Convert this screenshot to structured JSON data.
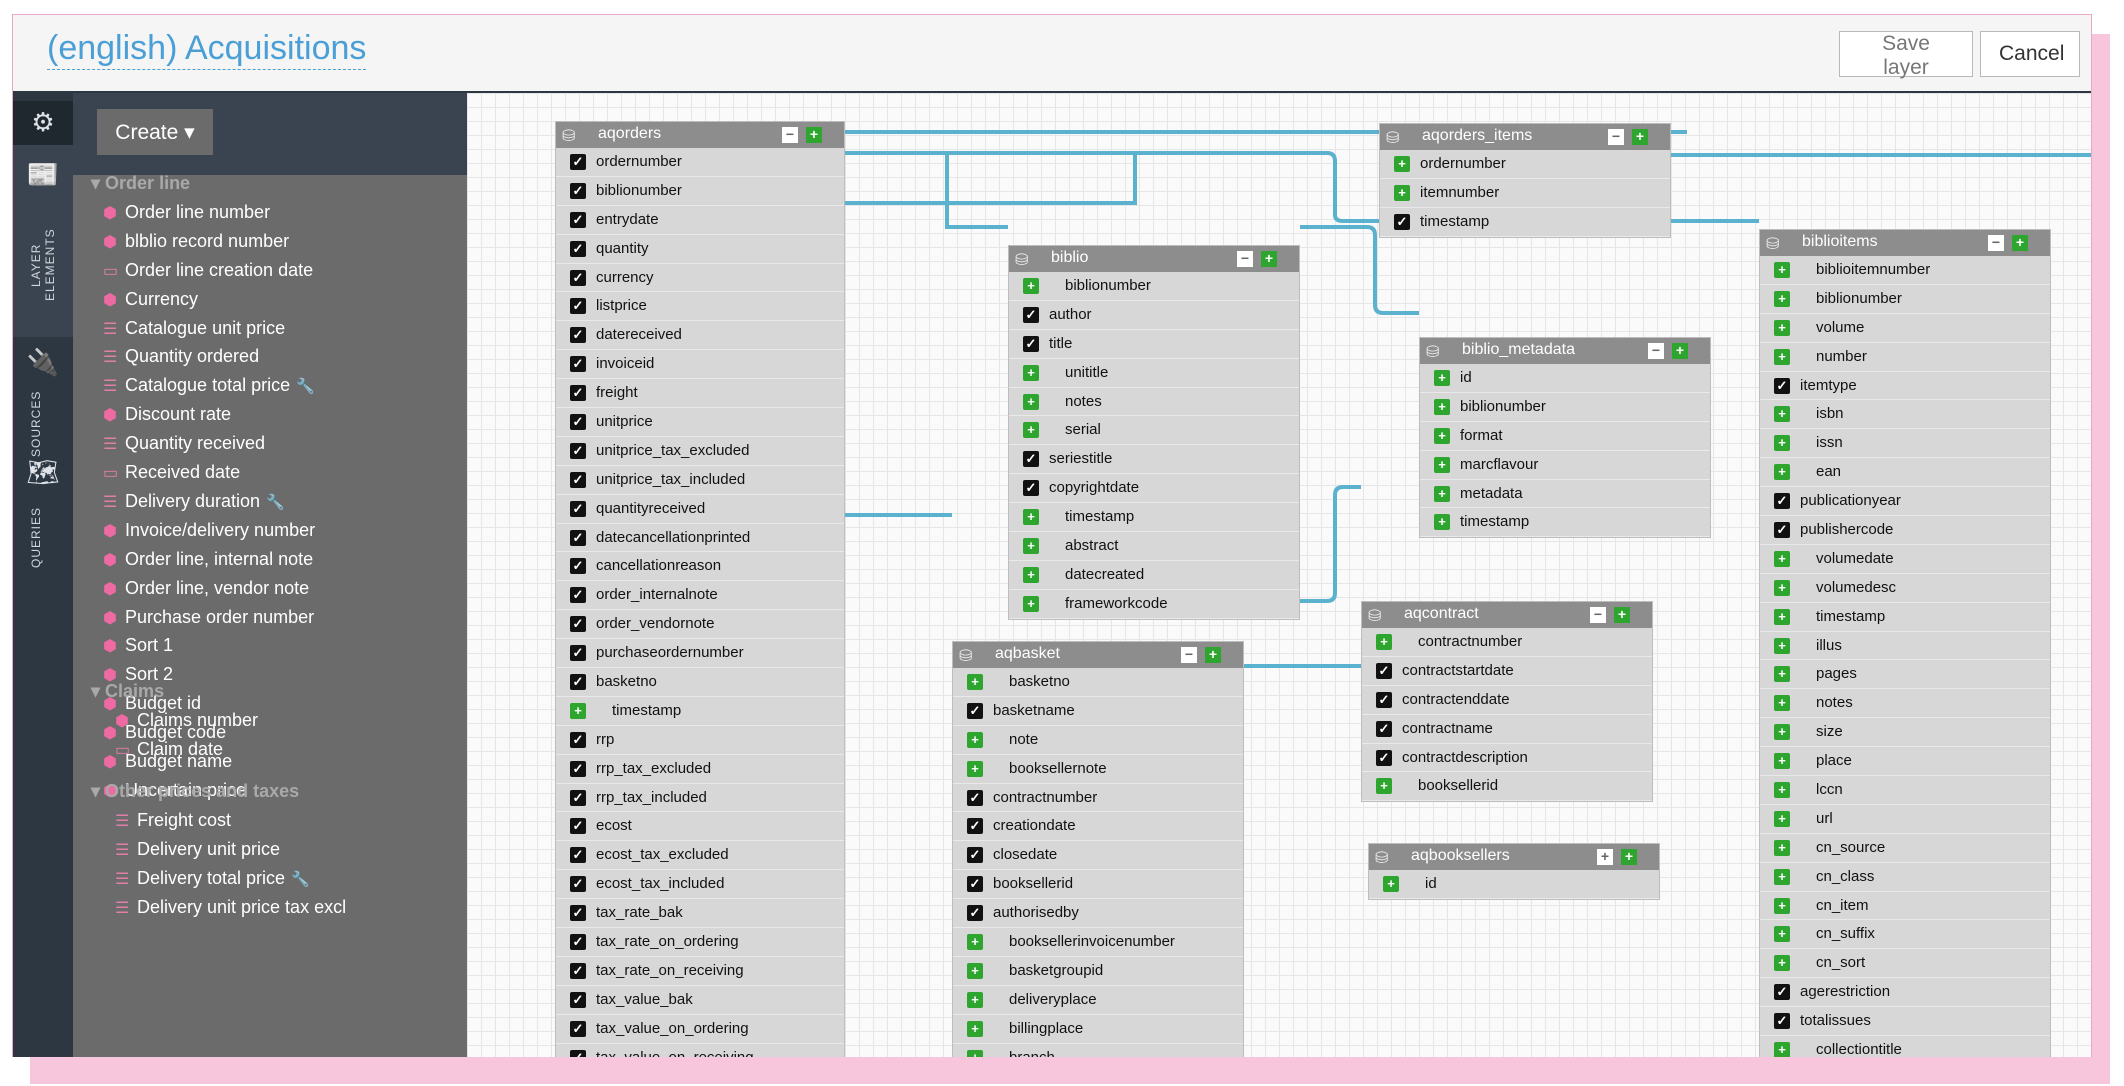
{
  "header": {
    "title": "(english) Acquisitions",
    "save_label": "Save layer",
    "cancel_label": "Cancel"
  },
  "sidebar_tabs": {
    "layer_elements": "LAYER ELEMENTS",
    "sources": "SOURCES",
    "queries": "QUERIES"
  },
  "panel": {
    "create_label": "Create",
    "sections": [
      {
        "label": "Order line",
        "items": [
          {
            "label": "Order line number",
            "icon": "cube"
          },
          {
            "label": "blblio record number",
            "icon": "cube"
          },
          {
            "label": "Order line creation date",
            "icon": "calendar"
          },
          {
            "label": "Currency",
            "icon": "cube"
          },
          {
            "label": "Catalogue unit price",
            "icon": "measure"
          },
          {
            "label": "Quantity ordered",
            "icon": "measure"
          },
          {
            "label": "Catalogue total price",
            "icon": "measure",
            "wrench": true
          },
          {
            "label": "Discount rate",
            "icon": "cube"
          },
          {
            "label": "Quantity received",
            "icon": "measure"
          },
          {
            "label": "Received date",
            "icon": "calendar"
          },
          {
            "label": "Delivery duration",
            "icon": "measure",
            "wrench": true
          },
          {
            "label": "Invoice/delivery number",
            "icon": "cube"
          },
          {
            "label": "Order line, internal note",
            "icon": "cube"
          },
          {
            "label": "Order line, vendor note",
            "icon": "cube"
          },
          {
            "label": "Purchase order number",
            "icon": "cube"
          },
          {
            "label": "Sort 1",
            "icon": "cube"
          },
          {
            "label": "Sort 2",
            "icon": "cube"
          },
          {
            "label": "Budget id",
            "icon": "cube"
          },
          {
            "label": "Budget code",
            "icon": "cube"
          },
          {
            "label": "Budget name",
            "icon": "cube"
          },
          {
            "label": "Uncertain price",
            "icon": "cube"
          }
        ]
      },
      {
        "label": "Claims",
        "items": [
          {
            "label": "Claims number",
            "icon": "cube"
          },
          {
            "label": "Claim date",
            "icon": "calendar"
          }
        ]
      },
      {
        "label": "Other prices and taxes",
        "items": [
          {
            "label": "Freight cost",
            "icon": "measure"
          },
          {
            "label": "Delivery unit price",
            "icon": "measure"
          },
          {
            "label": "Delivery total price",
            "icon": "measure",
            "wrench": true
          },
          {
            "label": "Delivery unit price tax excl",
            "icon": "measure"
          }
        ]
      }
    ]
  },
  "tables": [
    {
      "id": "aqorders",
      "name": "aqorders",
      "collapse": "minus",
      "fields": [
        {
          "name": "ordernumber",
          "state": "checked"
        },
        {
          "name": "biblionumber",
          "state": "checked"
        },
        {
          "name": "entrydate",
          "state": "checked"
        },
        {
          "name": "quantity",
          "state": "checked"
        },
        {
          "name": "currency",
          "state": "checked"
        },
        {
          "name": "listprice",
          "state": "checked"
        },
        {
          "name": "datereceived",
          "state": "checked"
        },
        {
          "name": "invoiceid",
          "state": "checked"
        },
        {
          "name": "freight",
          "state": "checked"
        },
        {
          "name": "unitprice",
          "state": "checked"
        },
        {
          "name": "unitprice_tax_excluded",
          "state": "checked"
        },
        {
          "name": "unitprice_tax_included",
          "state": "checked"
        },
        {
          "name": "quantityreceived",
          "state": "checked"
        },
        {
          "name": "datecancellationprinted",
          "state": "checked"
        },
        {
          "name": "cancellationreason",
          "state": "checked"
        },
        {
          "name": "order_internalnote",
          "state": "checked"
        },
        {
          "name": "order_vendornote",
          "state": "checked"
        },
        {
          "name": "purchaseordernumber",
          "state": "checked"
        },
        {
          "name": "basketno",
          "state": "checked"
        },
        {
          "name": "timestamp",
          "state": "add"
        },
        {
          "name": "rrp",
          "state": "checked"
        },
        {
          "name": "rrp_tax_excluded",
          "state": "checked"
        },
        {
          "name": "rrp_tax_included",
          "state": "checked"
        },
        {
          "name": "ecost",
          "state": "checked"
        },
        {
          "name": "ecost_tax_excluded",
          "state": "checked"
        },
        {
          "name": "ecost_tax_included",
          "state": "checked"
        },
        {
          "name": "tax_rate_bak",
          "state": "checked"
        },
        {
          "name": "tax_rate_on_ordering",
          "state": "checked"
        },
        {
          "name": "tax_rate_on_receiving",
          "state": "checked"
        },
        {
          "name": "tax_value_bak",
          "state": "checked"
        },
        {
          "name": "tax_value_on_ordering",
          "state": "checked"
        },
        {
          "name": "tax_value_on_receiving",
          "state": "checked"
        }
      ]
    },
    {
      "id": "aqorders_items",
      "name": "aqorders_items",
      "collapse": "minus",
      "fields": [
        {
          "name": "ordernumber",
          "state": "add"
        },
        {
          "name": "itemnumber",
          "state": "add"
        },
        {
          "name": "timestamp",
          "state": "checked"
        }
      ]
    },
    {
      "id": "biblio",
      "name": "biblio",
      "collapse": "minus",
      "fields": [
        {
          "name": "biblionumber",
          "state": "add"
        },
        {
          "name": "author",
          "state": "checked"
        },
        {
          "name": "title",
          "state": "checked"
        },
        {
          "name": "unititle",
          "state": "add"
        },
        {
          "name": "notes",
          "state": "add"
        },
        {
          "name": "serial",
          "state": "add"
        },
        {
          "name": "seriestitle",
          "state": "checked"
        },
        {
          "name": "copyrightdate",
          "state": "checked"
        },
        {
          "name": "timestamp",
          "state": "add"
        },
        {
          "name": "abstract",
          "state": "add"
        },
        {
          "name": "datecreated",
          "state": "add"
        },
        {
          "name": "frameworkcode",
          "state": "add"
        }
      ]
    },
    {
      "id": "biblio_metadata",
      "name": "biblio_metadata",
      "collapse": "minus",
      "fields": [
        {
          "name": "id",
          "state": "add"
        },
        {
          "name": "biblionumber",
          "state": "add"
        },
        {
          "name": "format",
          "state": "add"
        },
        {
          "name": "marcflavour",
          "state": "add"
        },
        {
          "name": "metadata",
          "state": "add"
        },
        {
          "name": "timestamp",
          "state": "add"
        }
      ]
    },
    {
      "id": "biblioitems",
      "name": "biblioitems",
      "collapse": "minus",
      "fields": [
        {
          "name": "biblioitemnumber",
          "state": "add"
        },
        {
          "name": "biblionumber",
          "state": "add"
        },
        {
          "name": "volume",
          "state": "add"
        },
        {
          "name": "number",
          "state": "add"
        },
        {
          "name": "itemtype",
          "state": "checked"
        },
        {
          "name": "isbn",
          "state": "add"
        },
        {
          "name": "issn",
          "state": "add"
        },
        {
          "name": "ean",
          "state": "add"
        },
        {
          "name": "publicationyear",
          "state": "checked"
        },
        {
          "name": "publishercode",
          "state": "checked"
        },
        {
          "name": "volumedate",
          "state": "add"
        },
        {
          "name": "volumedesc",
          "state": "add"
        },
        {
          "name": "timestamp",
          "state": "add"
        },
        {
          "name": "illus",
          "state": "add"
        },
        {
          "name": "pages",
          "state": "add"
        },
        {
          "name": "notes",
          "state": "add"
        },
        {
          "name": "size",
          "state": "add"
        },
        {
          "name": "place",
          "state": "add"
        },
        {
          "name": "lccn",
          "state": "add"
        },
        {
          "name": "url",
          "state": "add"
        },
        {
          "name": "cn_source",
          "state": "add"
        },
        {
          "name": "cn_class",
          "state": "add"
        },
        {
          "name": "cn_item",
          "state": "add"
        },
        {
          "name": "cn_suffix",
          "state": "add"
        },
        {
          "name": "cn_sort",
          "state": "add"
        },
        {
          "name": "agerestriction",
          "state": "checked"
        },
        {
          "name": "totalissues",
          "state": "checked"
        },
        {
          "name": "collectiontitle",
          "state": "add"
        }
      ]
    },
    {
      "id": "aqbasket",
      "name": "aqbasket",
      "collapse": "minus",
      "fields": [
        {
          "name": "basketno",
          "state": "add"
        },
        {
          "name": "basketname",
          "state": "checked"
        },
        {
          "name": "note",
          "state": "add"
        },
        {
          "name": "booksellernote",
          "state": "add"
        },
        {
          "name": "contractnumber",
          "state": "checked"
        },
        {
          "name": "creationdate",
          "state": "checked"
        },
        {
          "name": "closedate",
          "state": "checked"
        },
        {
          "name": "booksellerid",
          "state": "checked"
        },
        {
          "name": "authorisedby",
          "state": "checked"
        },
        {
          "name": "booksellerinvoicenumber",
          "state": "add"
        },
        {
          "name": "basketgroupid",
          "state": "add"
        },
        {
          "name": "deliveryplace",
          "state": "add"
        },
        {
          "name": "billingplace",
          "state": "add"
        },
        {
          "name": "branch",
          "state": "add"
        }
      ]
    },
    {
      "id": "aqcontract",
      "name": "aqcontract",
      "collapse": "minus",
      "fields": [
        {
          "name": "contractnumber",
          "state": "add"
        },
        {
          "name": "contractstartdate",
          "state": "checked"
        },
        {
          "name": "contractenddate",
          "state": "checked"
        },
        {
          "name": "contractname",
          "state": "checked"
        },
        {
          "name": "contractdescription",
          "state": "checked"
        },
        {
          "name": "booksellerid",
          "state": "add"
        }
      ]
    },
    {
      "id": "aqbooksellers",
      "name": "aqbooksellers",
      "collapse": "plus",
      "fields": [
        {
          "name": "id",
          "state": "add"
        }
      ]
    }
  ]
}
